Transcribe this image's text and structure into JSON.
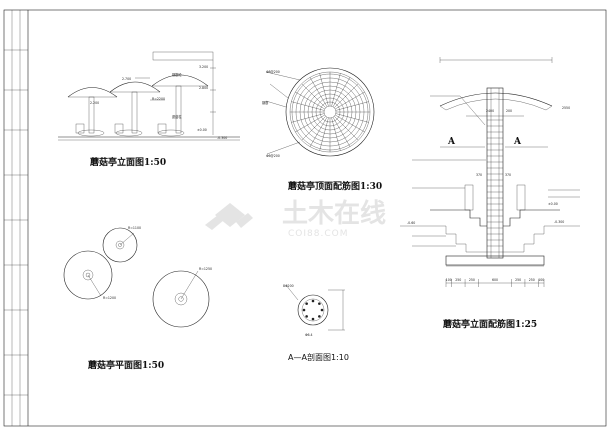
{
  "drawings": {
    "elevation": {
      "title": "蘑菇亭立面图1:50",
      "labels": [
        "2.700",
        "2.200",
        "3.200",
        "2.800",
        "±0.00",
        "-0.300",
        "R=2200"
      ]
    },
    "roof_plan": {
      "title": "蘑菇亭顶面配筋图1:30"
    },
    "floor_plan": {
      "title": "蘑菇亭平面图1:50",
      "labels": [
        "R=1100",
        "R=1200",
        "R=1250"
      ]
    },
    "section_aa": {
      "title": "A—A剖面图1:10",
      "labels": [
        "8Φ200",
        "Φ6.4"
      ]
    },
    "detail_elevation": {
      "title": "蘑菇亭立面配筋图1:25",
      "section_mark": "A",
      "dims": [
        "100",
        "250",
        "250",
        "600",
        "250",
        "250",
        "100"
      ],
      "labels": [
        "2400",
        "200",
        "2550",
        "370",
        "370",
        "±0.00",
        "-0.300",
        "-0.60"
      ]
    }
  },
  "watermark": {
    "brand": "土木在线",
    "url": "COI88.COM"
  }
}
